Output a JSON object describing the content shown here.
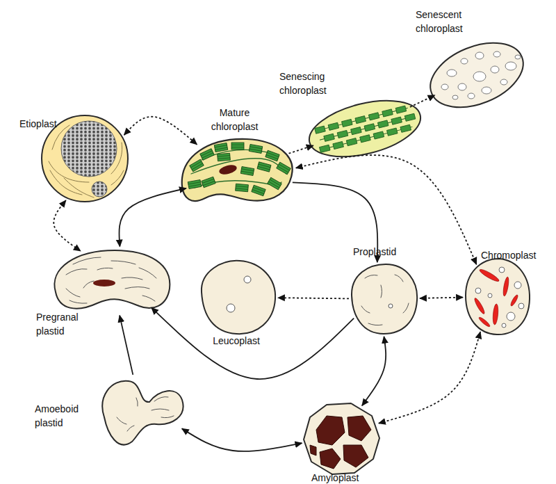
{
  "diagram": {
    "nodes": [
      {
        "text": [
          "Senescent chloroplast"
        ]
      },
      {
        "text": [
          "Senescing chloroplast"
        ]
      },
      {
        "text": [
          "Etioplast"
        ]
      },
      {
        "text": [
          "Mature chloroplast"
        ]
      },
      {
        "text": [
          "Pregranal plastid"
        ]
      },
      {
        "text": [
          "Leucoplast"
        ]
      },
      {
        "text": [
          "Proplastid"
        ]
      },
      {
        "text": [
          "Chromoplast"
        ]
      },
      {
        "text": [
          "Amoeboid plastid"
        ]
      },
      {
        "text": [
          "Amyloplast"
        ]
      }
    ],
    "edges": [
      {
        "from": 2,
        "to": 3,
        "arrow": "both"
      },
      {
        "from": 3,
        "to": 1,
        "arrow": "to"
      },
      {
        "from": 1,
        "to": 0,
        "arrow": "to"
      },
      {
        "from": 3,
        "to": 7,
        "arrow": "both"
      },
      {
        "from": 3,
        "to": 6,
        "arrow": "to"
      },
      {
        "from": 4,
        "to": 3,
        "arrow": "both"
      },
      {
        "from": 2,
        "to": 4,
        "arrow": "both"
      },
      {
        "from": 6,
        "to": 5,
        "arrow": "to"
      },
      {
        "from": 6,
        "to": 7,
        "arrow": "both"
      },
      {
        "from": 6,
        "to": 4,
        "arrow": "to"
      },
      {
        "from": 6,
        "to": 9,
        "arrow": "both"
      },
      {
        "from": 9,
        "to": 7,
        "arrow": "both"
      },
      {
        "from": 8,
        "to": 4,
        "arrow": "to"
      },
      {
        "from": 8,
        "to": 9,
        "arrow": "both"
      }
    ]
  }
}
